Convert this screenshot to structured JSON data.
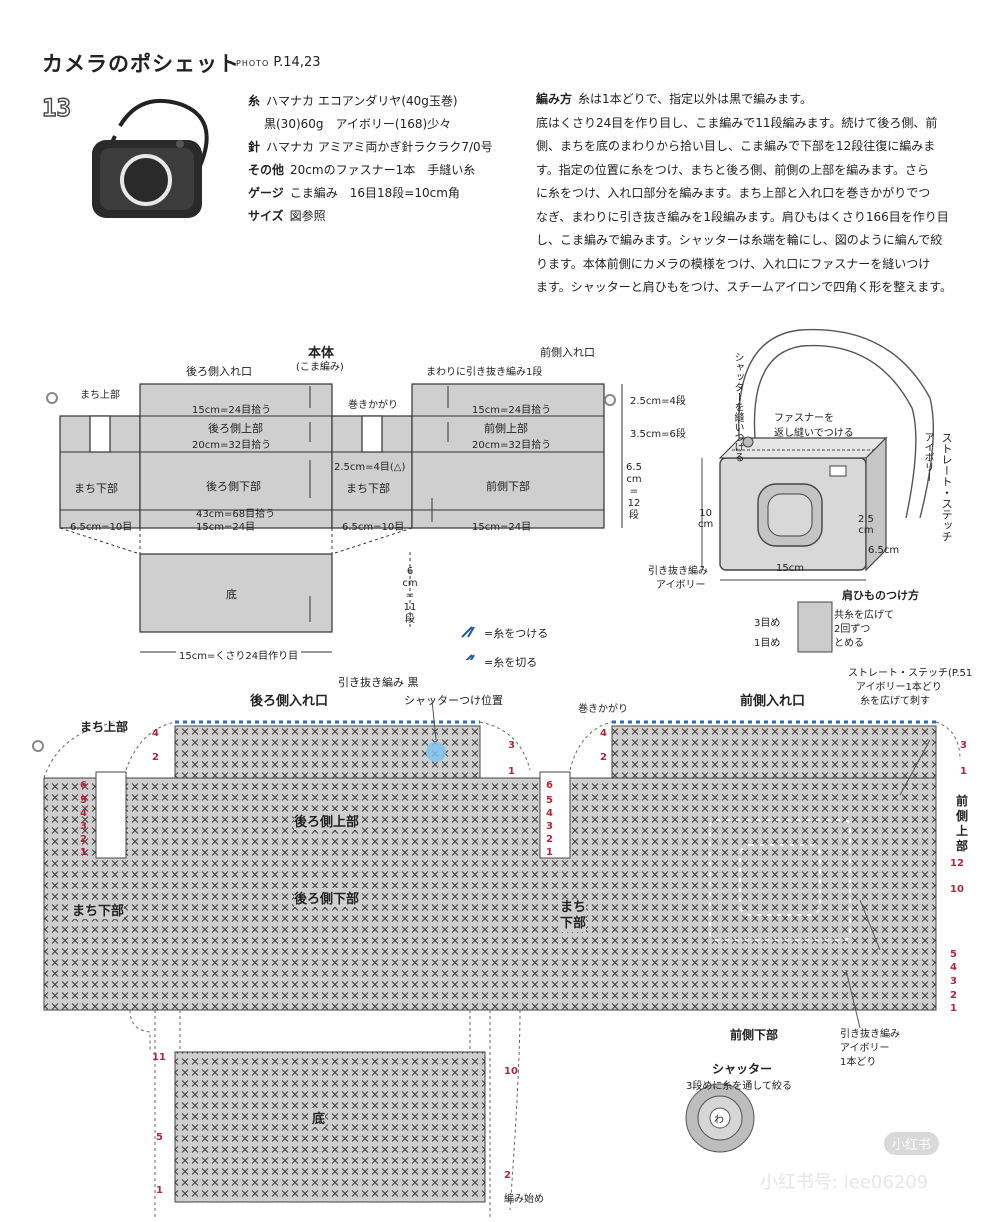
{
  "header": {
    "title": "カメラのポシェット",
    "photo_prefix": "PHOTO",
    "photo_ref": "P.14,23",
    "number": "13"
  },
  "materials": {
    "yarn_label": "糸",
    "yarn": "ハマナカ エコアンダリヤ(40g玉巻)",
    "yarn_colors": "黒(30)60g　アイボリー(168)少々",
    "hook_label": "針",
    "hook": "ハマナカ アミアミ両かぎ針ラクラク7/0号",
    "other_label": "その他",
    "other": "20cmのファスナー1本　手縫い糸",
    "gauge_label": "ゲージ",
    "gauge": "こま編み　16目18段=10cm角",
    "size_label": "サイズ",
    "size": "図参照"
  },
  "method": {
    "label": "編み方",
    "lines": [
      "糸は1本どりで、指定以外は黒で編みます。",
      "底はくさり24目を作り目し、こま編みで11段編みます。続けて後ろ側、前",
      "側、まちを底のまわりから拾い目し、こま編みで下部を12段往復に編みま",
      "す。指定の位置に糸をつけ、まちと後ろ側、前側の上部を編みます。さら",
      "に糸をつけ、入れ口部分を編みます。まち上部と入れ口を巻きかがりでつ",
      "なぎ、まわりに引き抜き編みを1段編みます。肩ひもはくさり166目を作り目",
      "し、こま編みで編みます。シャッターは糸端を輪にし、図のように編んで絞",
      "ります。本体前側にカメラの模様をつけ、入れ口にファスナーを縫いつけ",
      "ます。シャッターと肩ひもをつけ、スチームアイロンで四角く形を整えます。"
    ]
  },
  "schematic": {
    "body_title": "本体",
    "body_sub": "(こま編み)",
    "back_opening": "後ろ側入れ口",
    "front_opening": "前側入れ口",
    "slip_round": "まわりに引き抜き編み1段",
    "gusset_top": "まち上部",
    "whipstitch": "巻きかがり",
    "pick_24_a": "15cm=24目拾う",
    "pick_24_b": "15cm=24目拾う",
    "back_upper": "後ろ側上部",
    "front_upper": "前側上部",
    "pick_32_a": "20cm=32目拾う",
    "pick_32_b": "20cm=32目拾う",
    "dec_note": "2.5cm=4目(△)",
    "gusset_lower_a": "まち下部",
    "gusset_lower_b": "まち下部",
    "back_lower": "後ろ側下部",
    "front_lower": "前側下部",
    "pick_68": "43cm=68目拾う",
    "w_gusset_a": "6.5cm=10目",
    "w_15_a": "15cm=24目",
    "w_gusset_b": "6.5cm=10目",
    "w_15_b": "15cm=24目",
    "h1": "2.5cm=4段",
    "h2": "3.5cm=6段",
    "h3_a": "6.5",
    "h3_b": "cm",
    "h3_c": "=",
    "h3_d": "12",
    "h3_e": "段",
    "bottom": "底",
    "bottom_h_a": "6",
    "bottom_h_b": "cm",
    "bottom_h_c": "=",
    "bottom_h_d": "11",
    "bottom_h_e": "段",
    "bottom_w": "15cm=くさり24目作り目",
    "attach_yarn": "=糸をつける",
    "cut_yarn": "=糸を切る"
  },
  "illustration": {
    "shutter_sew": "シャッターを縫いつける",
    "zipper": "ファスナーを",
    "zipper2": "返し縫いでつける",
    "straight_stitch": "ストレート・ステッチ",
    "ivory": "アイボリー",
    "h10_a": "10",
    "h10_b": "cm",
    "d25_a": "2.5",
    "d25_b": "cm",
    "d65": "6.5cm",
    "w15": "15cm",
    "slip_ivory": "引き抜き編み",
    "slip_ivory2": "アイボリー",
    "strap_title": "肩ひものつけ方",
    "row3": "3目め",
    "row1": "1目め",
    "strap_note1": "共糸を広げて",
    "strap_note2": "2回ずつ",
    "strap_note3": "とめる"
  },
  "chart": {
    "back_opening": "後ろ側入れ口",
    "front_opening": "前側入れ口",
    "slip_black": "引き抜き編み 黒",
    "shutter_pos": "シャッターつけ位置",
    "whipstitch": "巻きかがり",
    "gusset_top": "まち上部",
    "straight_note1": "ストレート・ステッチ(P.51",
    "straight_note2": "アイボリー1本どり",
    "straight_note3": "糸を広げて刺す",
    "front_upper_a": "前",
    "front_upper_b": "側",
    "front_upper_c": "上",
    "front_upper_d": "部",
    "back_upper": "後ろ側上部",
    "back_lower": "後ろ側下部",
    "gusset_lower": "まち下部",
    "gusset_lower_b1": "まち",
    "gusset_lower_b2": "下部",
    "front_lower": "前側下部",
    "slip_ivory1": "引き抜き編み",
    "slip_ivory2": "アイボリー",
    "slip_ivory3": "1本どり",
    "bottom": "底",
    "start": "編み始め",
    "shutter_title": "シャッター",
    "shutter_note": "3段めに糸を通して絞る",
    "ring": "わ",
    "row_labels_left": [
      "6",
      "5",
      "4",
      "3",
      "2",
      "1"
    ],
    "row_labels_right": [
      "12",
      "10",
      "5",
      "4",
      "3",
      "2",
      "1"
    ],
    "open_left": [
      "4",
      "2"
    ],
    "open_right": [
      "3",
      "1"
    ],
    "bottom_rows": [
      "11",
      "5",
      "1"
    ],
    "bottom_right": [
      "10",
      "2"
    ]
  },
  "watermark": {
    "badge": "小红书",
    "text": "小红书号: lee06209"
  }
}
